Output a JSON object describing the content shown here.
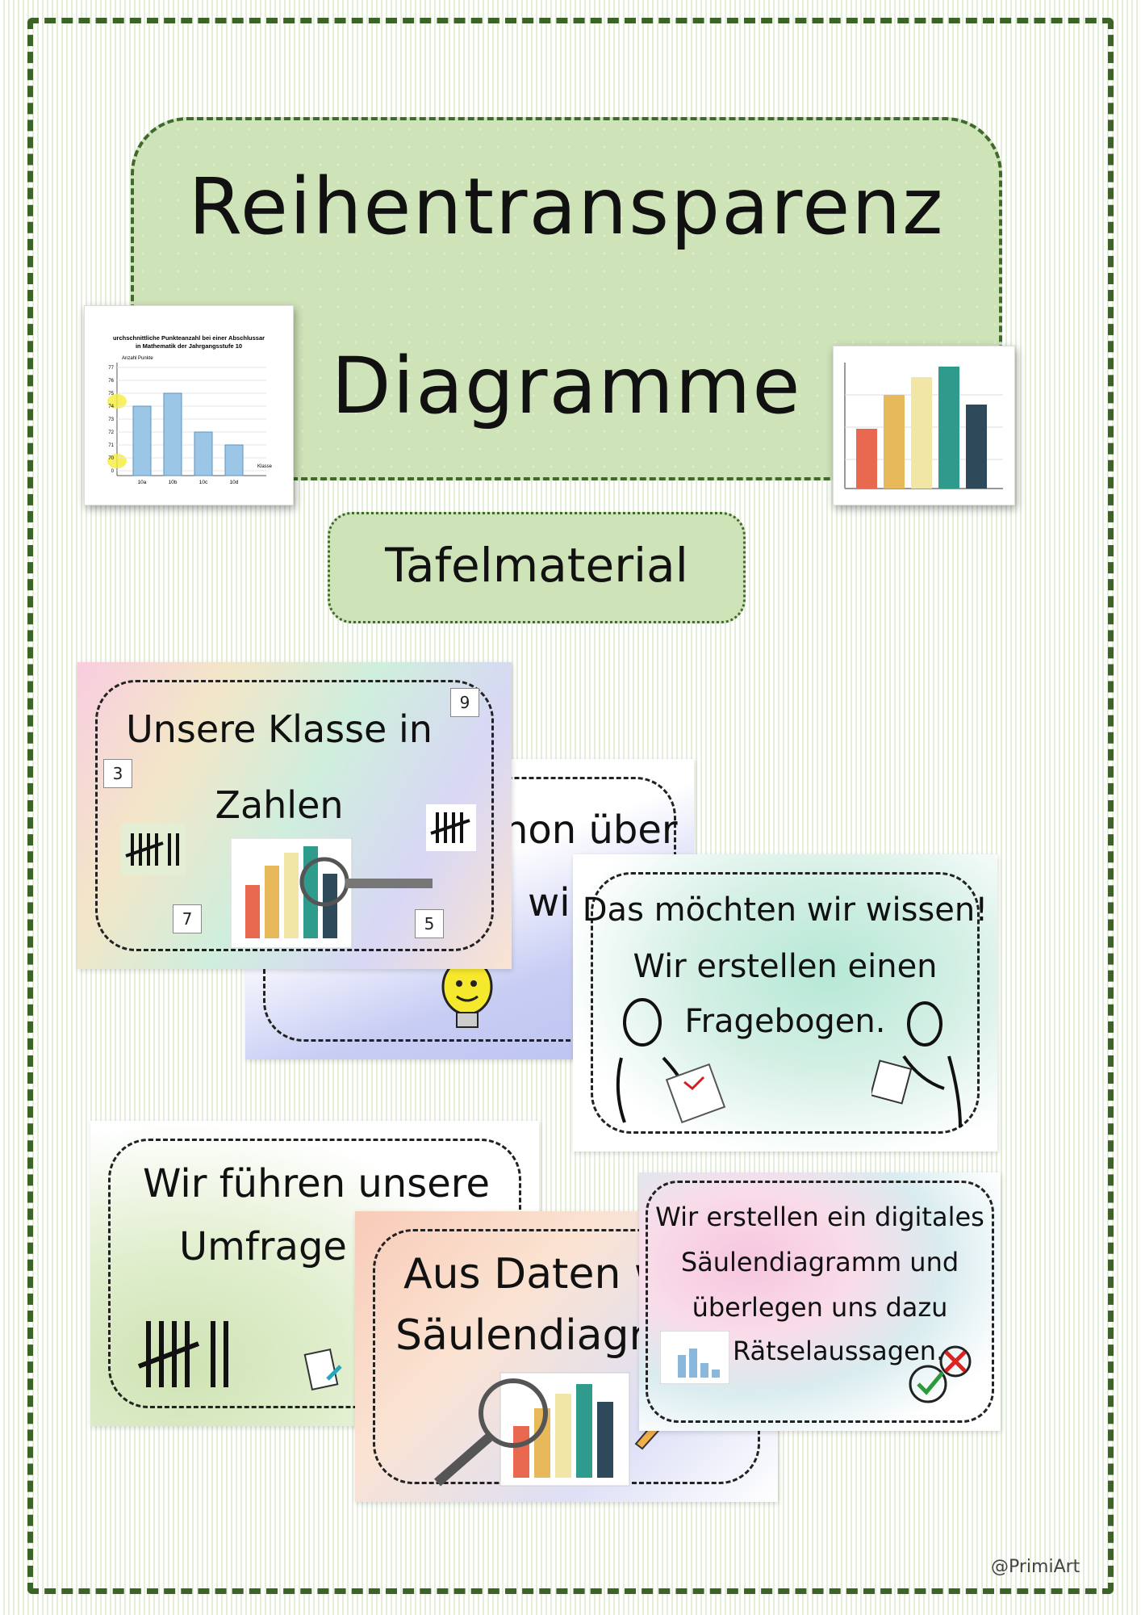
{
  "title": {
    "line1": "Reihentransparenz",
    "line2": "Diagramme"
  },
  "subtitle": "Tafelmaterial",
  "credit": "@PrimiArt",
  "thumb_left": {
    "title_line1": "urchschnittliche Punkteanzahl bei einer Abschlussar",
    "title_line2": "in Mathematik der Jahrgangsstufe 10",
    "ylabel": "Anzahl Punkte",
    "xlabel": "Klasse",
    "y_ticks": [
      "77",
      "76",
      "75",
      "74",
      "73",
      "72",
      "71",
      "70",
      "0"
    ],
    "categories": [
      "10a",
      "10b",
      "10c",
      "10d"
    ],
    "values": [
      74,
      75,
      72,
      71
    ]
  },
  "cards": {
    "klasse": {
      "line1": "Unsere Klasse in",
      "line2": "Zahlen",
      "numbers": [
        "9",
        "3",
        "7",
        "5"
      ]
    },
    "schon": {
      "text": "hon über",
      "text2": "wi"
    },
    "fragebogen": {
      "line1": "Das möchten wir wissen!",
      "line2": "Wir erstellen einen",
      "line3": "Fragebogen."
    },
    "umfrage": {
      "line1": "Wir führen unsere",
      "line2": "Umfrage d"
    },
    "daten": {
      "line1": "Aus Daten w",
      "line2": "Säulendiagra"
    },
    "digital": {
      "line1": "Wir erstellen ein digitales",
      "line2": "Säulendiagramm und",
      "line3": "überlegen uns dazu",
      "line4": "Rätselaussagen."
    }
  },
  "colors": {
    "frame": "#3b6426",
    "title_bg": "#cfe3b8",
    "bar1": "#e8694f",
    "bar2": "#e8b95a",
    "bar3": "#f2e6a6",
    "bar4": "#2f9b8c",
    "bar5": "#2e4a5a"
  }
}
